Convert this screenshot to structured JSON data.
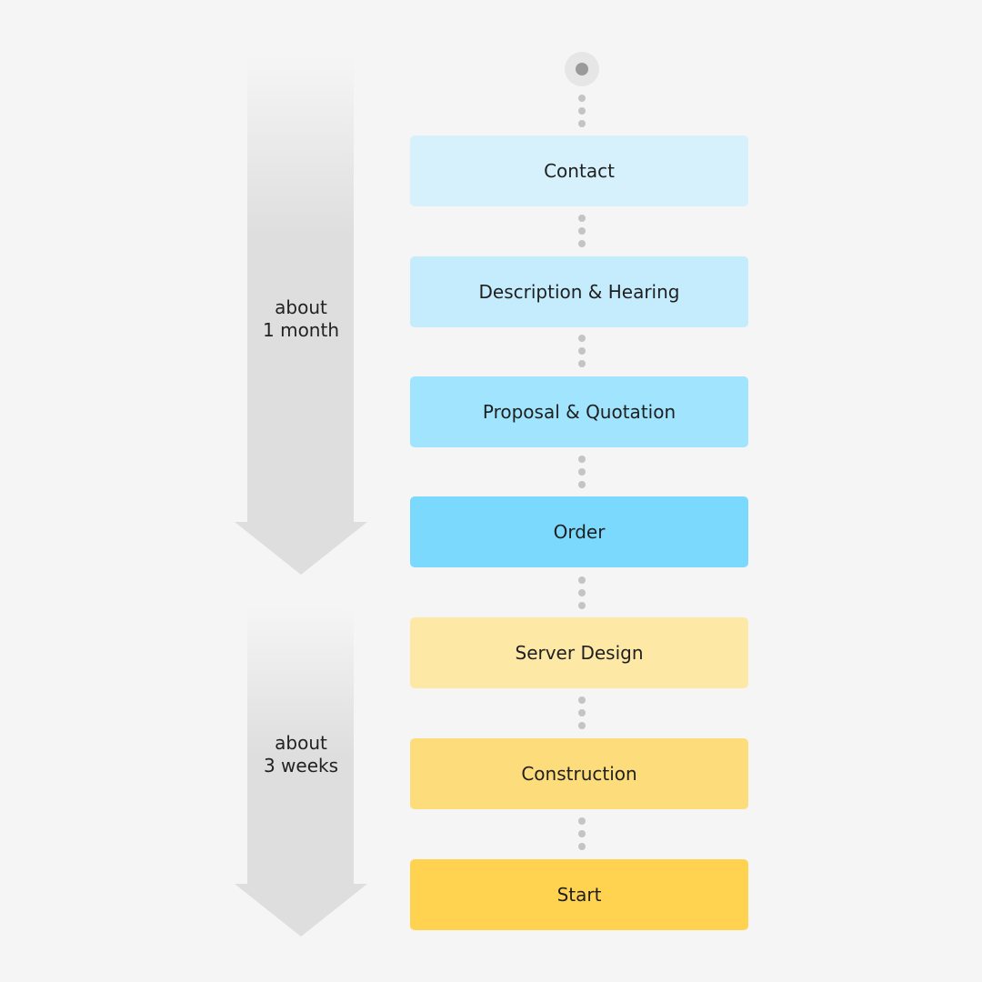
{
  "phases": [
    {
      "label_lines": [
        "about",
        "1 month"
      ]
    },
    {
      "label_lines": [
        "about",
        "3 weeks"
      ]
    }
  ],
  "steps": [
    {
      "label": "Contact",
      "color": "#d6f1fc"
    },
    {
      "label": "Description & Hearing",
      "color": "#c5ecfd"
    },
    {
      "label": "Proposal & Quotation",
      "color": "#a0e4fe"
    },
    {
      "label": "Order",
      "color": "#7bd9fe"
    },
    {
      "label": "Server Design",
      "color": "#fde8a6"
    },
    {
      "label": "Construction",
      "color": "#fddc7b"
    },
    {
      "label": "Start",
      "color": "#ffd350"
    }
  ],
  "colors": {
    "background": "#f5f5f5",
    "arrow": "#dedede",
    "connector": "#c4c4c4"
  }
}
